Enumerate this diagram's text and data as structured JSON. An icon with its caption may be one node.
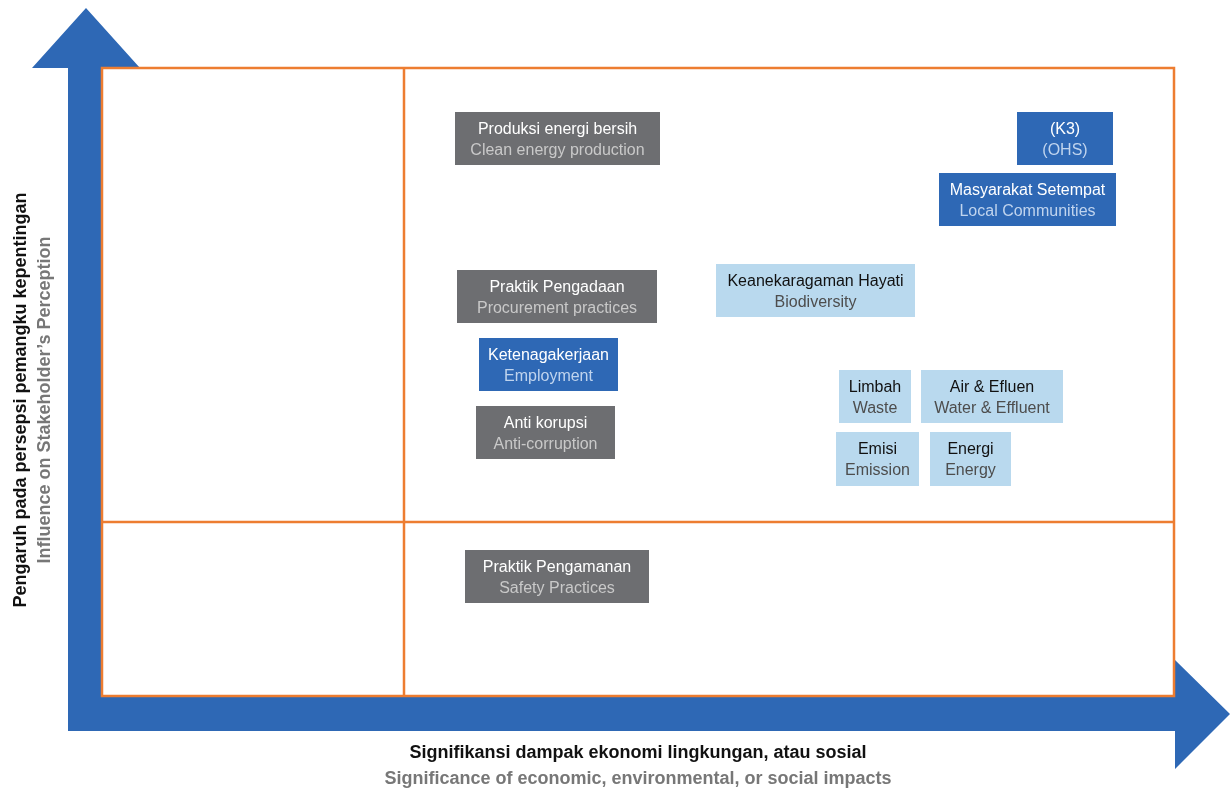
{
  "diagram": {
    "nodes": [
      {
        "text": [
          "Produksi energi bersih",
          "Clean energy production"
        ]
      },
      {
        "text": [
          "(K3)",
          "(OHS)"
        ]
      },
      {
        "text": [
          "Masyarakat Setempat",
          "Local Communities"
        ]
      },
      {
        "text": [
          "Praktik Pengadaan",
          "Procurement practices"
        ]
      },
      {
        "text": [
          "Keanekaragaman Hayati",
          "Biodiversity"
        ]
      },
      {
        "text": [
          "Ketenagakerjaan",
          "Employment"
        ]
      },
      {
        "text": [
          "Limbah",
          "Waste"
        ]
      },
      {
        "text": [
          "Air & Efluen",
          "Water & Effluent"
        ]
      },
      {
        "text": [
          "Anti korupsi",
          "Anti-corruption"
        ]
      },
      {
        "text": [
          "Emisi",
          "Emission"
        ]
      },
      {
        "text": [
          "Energi",
          "Energy"
        ]
      },
      {
        "text": [
          "Praktik Pengamanan",
          "Safety Practices"
        ]
      }
    ],
    "edges": [],
    "labels": [
      "Pengaruh pada persepsi pemangku kepentingan",
      "Influence on Stakeholder’s Perception",
      "Signifikansi dampak ekonomi lingkungan, atau sosial",
      "Significance of economic, environmental, or social impacts"
    ]
  }
}
